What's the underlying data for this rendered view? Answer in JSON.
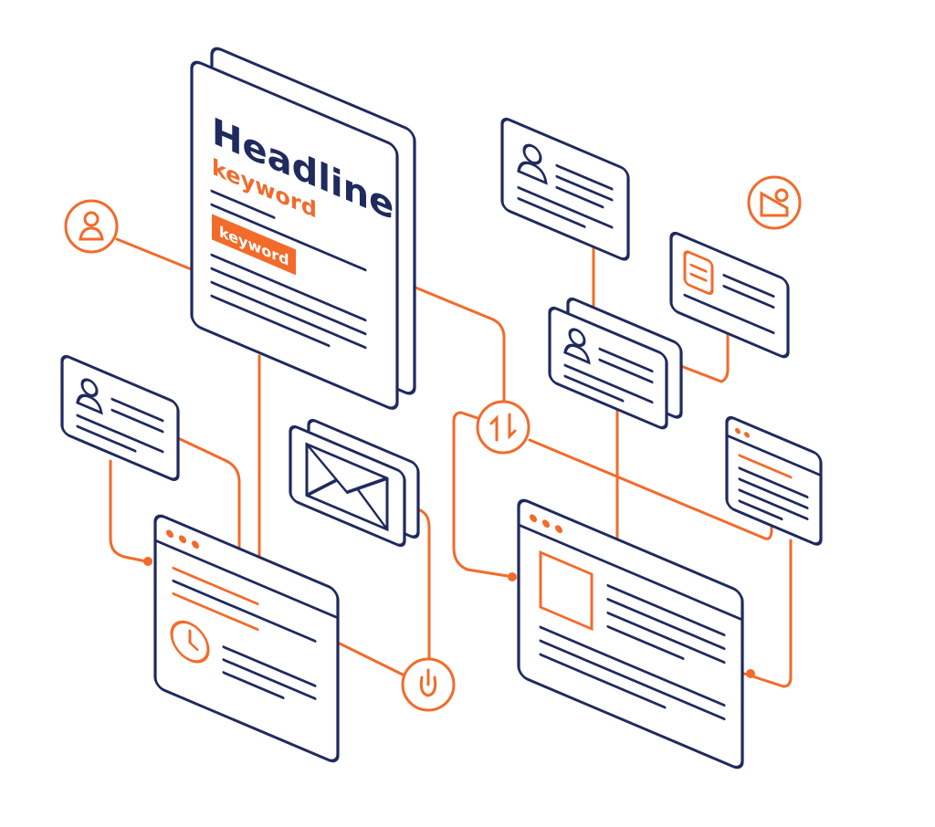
{
  "document": {
    "headline": "Headline",
    "keyword_text": "keyword",
    "keyword_badge": "keyword"
  },
  "colors": {
    "navy": "#1f2a5e",
    "orange": "#f26b2a"
  }
}
